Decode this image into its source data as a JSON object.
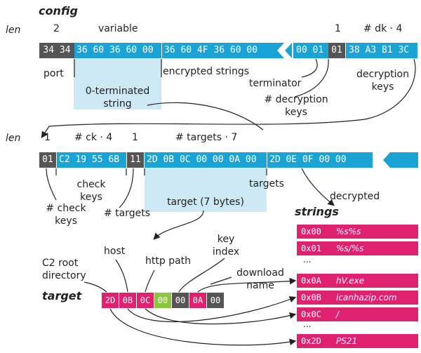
{
  "config": {
    "title": "config",
    "len_label": "len",
    "len_values": {
      "port": "2",
      "strings": "variable",
      "terminator": "1",
      "keys": "# dk · 4"
    },
    "blocks": {
      "port": "34 34",
      "strings_a": "36 60 36 60 00",
      "strings_b": "36 60 4F 36 60 00",
      "strings_tail": "00 01",
      "terminator": "01",
      "keys": "38 A3 B1 3C"
    },
    "labels": {
      "port": "port",
      "zero_terminated": "0-terminated\nstring",
      "encrypted_strings": "encrypted strings",
      "terminator": "terminator",
      "num_decryption_keys": "# decryption\nkeys",
      "decryption_keys": "decryption\nkeys"
    }
  },
  "second": {
    "len_label": "len",
    "len_values": {
      "num_check": "1",
      "check_keys": "# ck · 4",
      "num_targets": "1",
      "targets": "# targets · 7"
    },
    "blocks": {
      "num_check": "01",
      "check_keys": "C2 19 55 6B",
      "num_targets": "11",
      "targets_a": "2D 0B 0C 00 00 0A 00",
      "targets_b": "2D 0E 0F 00 00"
    },
    "labels": {
      "num_check_keys": "# check\nkeys",
      "check_keys": "check\nkeys",
      "num_targets": "# targets",
      "target_7": "target (7 bytes)",
      "targets": "targets",
      "decrypted": "decrypted"
    }
  },
  "target": {
    "title": "target",
    "cells": [
      "2D",
      "0B",
      "0C",
      "00",
      "00",
      "0A",
      "00"
    ],
    "labels": {
      "c2_root": "C2 root\ndirectory",
      "host": "host",
      "http_path": "http path",
      "key_index": "key\nindex",
      "download_name": "download\nname"
    }
  },
  "strings": {
    "title": "strings",
    "rows": [
      {
        "offset": "0x00",
        "value": "%s%s"
      },
      {
        "offset": "0x01",
        "value": "%s/%s"
      },
      {
        "offset": "...",
        "value": ""
      },
      {
        "offset": "0x0A",
        "value": "hV.exe"
      },
      {
        "offset": "0x0B",
        "value": "icanhazip.com"
      },
      {
        "offset": "0x0C",
        "value": "/"
      },
      {
        "offset": "...",
        "value": ""
      },
      {
        "offset": "0x2D",
        "value": "PS21"
      }
    ]
  },
  "colors": {
    "blue": "#1aa4d6",
    "dark": "#555555",
    "pink": "#e0216f",
    "green": "#8cc63f",
    "highlight": "#cde9f5"
  }
}
